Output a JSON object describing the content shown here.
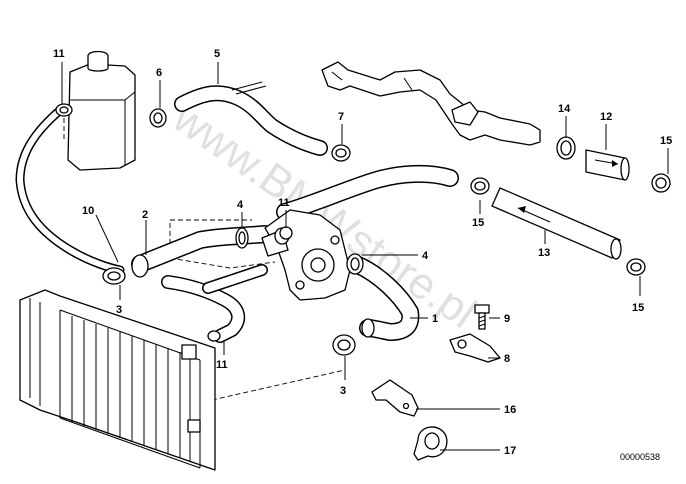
{
  "diagram": {
    "reference_number": "00000538",
    "watermark": "www.BMWstore.pl",
    "callouts": [
      "11",
      "5",
      "6",
      "7",
      "14",
      "12",
      "15",
      "10",
      "2",
      "4",
      "11",
      "4",
      "15",
      "13",
      "3",
      "1",
      "9",
      "8",
      "11",
      "15",
      "3",
      "16",
      "17"
    ]
  }
}
